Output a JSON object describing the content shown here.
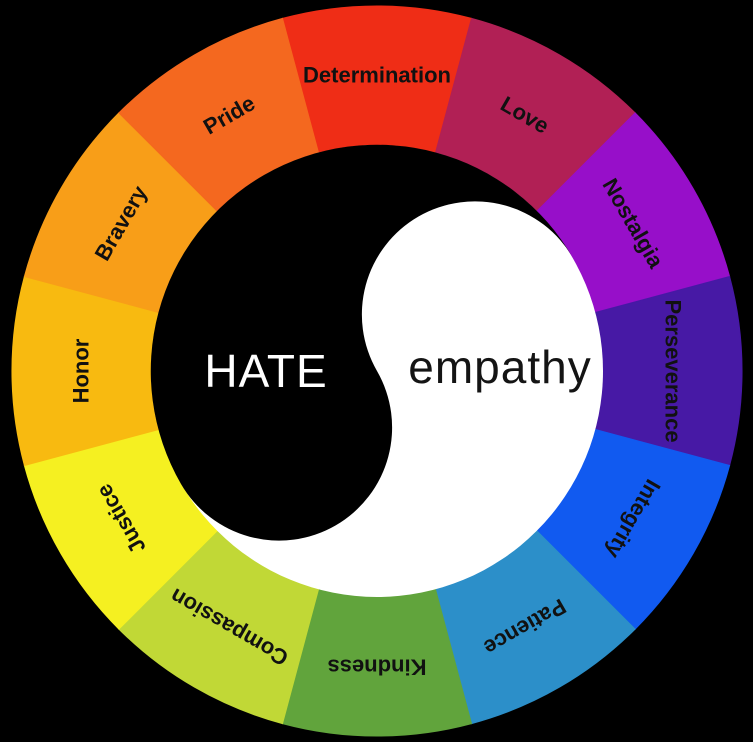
{
  "background_color": "#000000",
  "wheel": {
    "center_left_text": "HATE",
    "center_right_text": "empathy",
    "yin_color": "#000000",
    "yang_color": "#ffffff",
    "hate_text_color": "#ffffff",
    "empathy_text_color": "#141414",
    "label_color": "#111111",
    "segments": [
      {
        "label": "Determination",
        "color": "#EF2D16",
        "angle": 0
      },
      {
        "label": "Love",
        "color": "#B12055",
        "angle": 30
      },
      {
        "label": "Nostalgia",
        "color": "#970FC9",
        "angle": 60
      },
      {
        "label": "Perseverance",
        "color": "#4719A5",
        "angle": 90
      },
      {
        "label": "Integrity",
        "color": "#115AF0",
        "angle": 120
      },
      {
        "label": "Patience",
        "color": "#2C8FC9",
        "angle": 150
      },
      {
        "label": "Kindness",
        "color": "#61A43C",
        "angle": 180
      },
      {
        "label": "Compassion",
        "color": "#C1D836",
        "angle": 210
      },
      {
        "label": "Justice",
        "color": "#F5F021",
        "angle": 240
      },
      {
        "label": "Honor",
        "color": "#F8BA10",
        "angle": 270
      },
      {
        "label": "Bravery",
        "color": "#F89E18",
        "angle": 300
      },
      {
        "label": "Pride",
        "color": "#F4681F",
        "angle": 330
      }
    ]
  }
}
